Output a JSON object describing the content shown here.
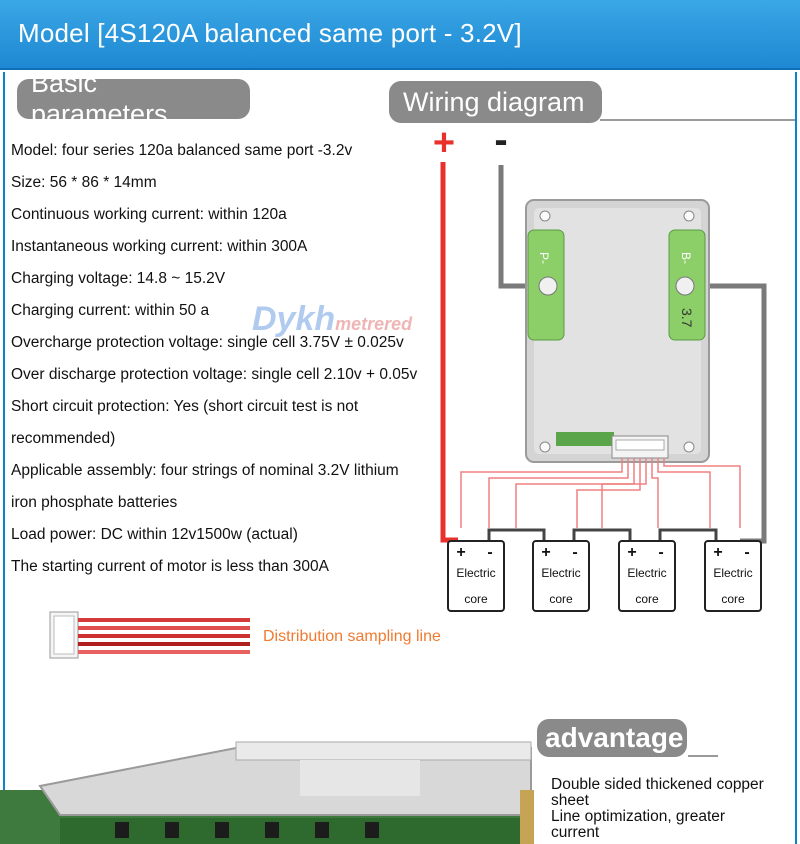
{
  "header": {
    "title": "Model [4S120A balanced same port - 3.2V]",
    "background": "#2196dc"
  },
  "basic": {
    "heading": "Basic parameters",
    "params": [
      "Model: four series 120a balanced same port -3.2v",
      "Size: 56 * 86 * 14mm",
      "Continuous working current: within 120a",
      "Instantaneous working current: within 300A",
      "Charging voltage: 14.8 ~ 15.2V",
      "Charging current: within 50 a",
      "Overcharge protection voltage: single cell 3.75V ± 0.025v",
      "Over discharge protection voltage: single cell 2.10v + 0.05v",
      "Short circuit protection: Yes (short circuit test is not",
      "recommended)",
      "Applicable assembly: four strings of nominal 3.2V lithium",
      "iron phosphate batteries",
      "Load power: DC within 12v1500w (actual)",
      "The starting current of motor is less than 300A"
    ]
  },
  "wiring": {
    "heading": "Wiring diagram",
    "plus_symbol": "+",
    "minus_symbol": "-",
    "board_label_p": "P-",
    "board_label_b": "B-",
    "board_model": "3.7",
    "cell_plus": "+",
    "cell_minus": "-",
    "cell_line1": "Electric",
    "cell_line2": "core",
    "sampling_label": "Distribution sampling line",
    "colors": {
      "positive": "#e8302c",
      "negative": "#7a7a7a",
      "sense": "#f08080",
      "sampling_text": "#f07a30"
    }
  },
  "watermark": {
    "main": "Dykh",
    "sub": "metrered"
  },
  "advantage": {
    "heading": "advantage",
    "lines": [
      "Double sided thickened copper",
      "sheet",
      "Line optimization, greater",
      "current"
    ]
  }
}
